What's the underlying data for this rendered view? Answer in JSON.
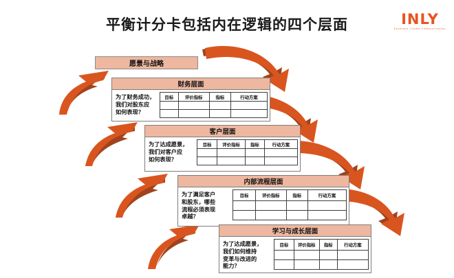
{
  "header": {
    "title": "平衡计分卡包括内在逻辑的四个层面",
    "logo_word": "INLY",
    "logo_sub": "Excellent  Create  Communication"
  },
  "colors": {
    "panel_header_fill": "#eeb79f",
    "arrow_bright": "#d9551f",
    "arrow_dark": "#a0431d",
    "panel_border": "#7d7d7d",
    "title_text": "#1a1a1a",
    "logo": "#e8541e"
  },
  "vision": {
    "label": "愿景与战略"
  },
  "table_headers": [
    "目标",
    "评价指标",
    "指标",
    "行动方案"
  ],
  "panels": [
    {
      "id": "financial",
      "title": "财务层面",
      "question": "为了财务成功，\n我们对股东应\n如何表现？",
      "columns": [
        "目标",
        "评价指标",
        "指标",
        "行动方案"
      ],
      "rows": [
        [
          "",
          "",
          "",
          ""
        ],
        [
          "",
          "",
          "",
          ""
        ]
      ]
    },
    {
      "id": "customer",
      "title": "客户层面",
      "question": "为了达成愿景，\n我们对客户应\n如何表现？",
      "columns": [
        "目标",
        "评价指标",
        "指标",
        "行动方案"
      ],
      "rows": [
        [
          "",
          "",
          "",
          ""
        ],
        [
          "",
          "",
          "",
          ""
        ]
      ]
    },
    {
      "id": "internal",
      "title": "内部流程层面",
      "question": "为了满足客户\n和股东，哪些\n流程必须表现\n卓越？",
      "columns": [
        "目标",
        "评价指标",
        "指标",
        "行动方案"
      ],
      "rows": [
        [
          "",
          "",
          "",
          ""
        ],
        [
          "",
          "",
          "",
          ""
        ]
      ]
    },
    {
      "id": "learning",
      "title": "学习与成长层面",
      "question": "为了达成愿景，\n我们如何维持\n变革与改进的\n能力？",
      "columns": [
        "目标",
        "评价指标",
        "指标",
        "行动方案"
      ],
      "rows": [
        [
          "",
          "",
          "",
          ""
        ],
        [
          "",
          "",
          "",
          ""
        ]
      ]
    }
  ],
  "arrows": [
    {
      "name": "arrow-learning-to-internal",
      "direction": "up-left"
    },
    {
      "name": "arrow-internal-to-customer",
      "direction": "up-left"
    },
    {
      "name": "arrow-customer-to-financial",
      "direction": "up-left"
    },
    {
      "name": "arrow-financial-to-vision",
      "direction": "up-left"
    },
    {
      "name": "arrow-vision-to-financial",
      "direction": "down-right"
    },
    {
      "name": "arrow-financial-to-customer",
      "direction": "down-right"
    },
    {
      "name": "arrow-customer-to-internal",
      "direction": "down-right"
    },
    {
      "name": "arrow-internal-to-learning",
      "direction": "down-right"
    }
  ]
}
